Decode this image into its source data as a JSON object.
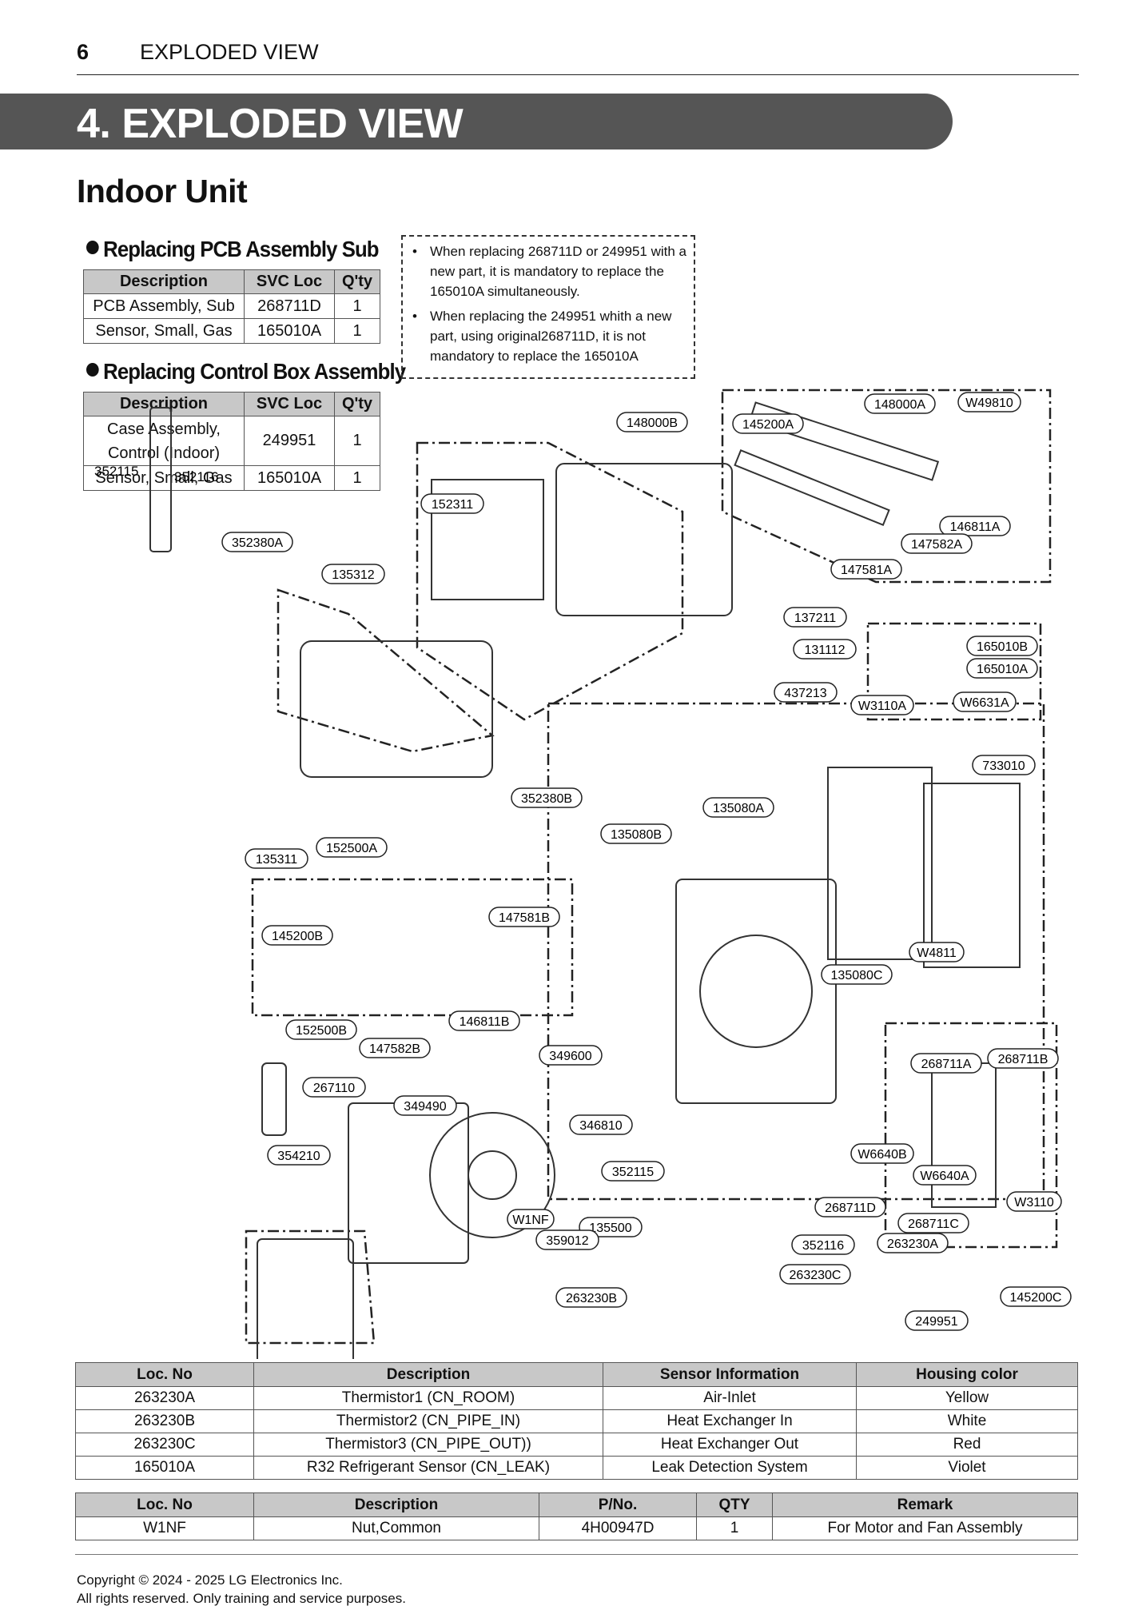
{
  "header": {
    "page_number": "6",
    "section": "EXPLODED VIEW"
  },
  "banner": {
    "title": "4. EXPLODED VIEW"
  },
  "subtitle": "Indoor Unit",
  "pcb_section": {
    "heading": "Replacing PCB Assembly Sub",
    "columns": [
      "Description",
      "SVC Loc",
      "Q'ty"
    ],
    "rows": [
      [
        "PCB Assembly, Sub",
        "268711D",
        "1"
      ],
      [
        "Sensor, Small, Gas",
        "165010A",
        "1"
      ]
    ]
  },
  "control_section": {
    "heading": "Replacing Control Box Assembly",
    "columns": [
      "Description",
      "SVC Loc",
      "Q'ty"
    ],
    "rows": [
      [
        "Case Assembly,",
        "Control (Indoor)",
        "249951",
        "1"
      ],
      [
        "Sensor, Small, Gas",
        "165010A",
        "1"
      ]
    ]
  },
  "notes": [
    "When replacing 268711D or 249951 with a new part, it is mandatory to replace the 165010A simultaneously.",
    "When replacing the 249951 whith a new part, using original268711D, it is not mandatory to replace the 165010A"
  ],
  "diagram": {
    "callouts": [
      "148000B",
      "145200A",
      "148000A",
      "W49810",
      "146811A",
      "147582A",
      "147581A",
      "152311",
      "352380A",
      "135312",
      "137211",
      "131112",
      "165010B",
      "165010A",
      "437213",
      "W3110A",
      "W6631A",
      "733010",
      "352380B",
      "135080A",
      "135080B",
      "135311",
      "152500A",
      "147581B",
      "145200B",
      "W4811",
      "135080C",
      "146811B",
      "152500B",
      "147582B",
      "349600",
      "268711A",
      "268711B",
      "267110",
      "349490",
      "346810",
      "354210",
      "W6640B",
      "W6640A",
      "352115",
      "W3110",
      "268711D",
      "W1NF",
      "135500",
      "268711C",
      "359012",
      "352116",
      "263230A",
      "263230C",
      "263230B",
      "145200C",
      "249951"
    ],
    "side_labels": [
      "352115",
      "352116"
    ]
  },
  "sensor_table": {
    "columns": [
      "Loc. No",
      "Description",
      "Sensor Information",
      "Housing color"
    ],
    "rows": [
      [
        "263230A",
        "Thermistor1 (CN_ROOM)",
        "Air-Inlet",
        "Yellow"
      ],
      [
        "263230B",
        "Thermistor2 (CN_PIPE_IN)",
        "Heat Exchanger In",
        "White"
      ],
      [
        "263230C",
        "Thermistor3 (CN_PIPE_OUT))",
        "Heat Exchanger Out",
        "Red"
      ],
      [
        "165010A",
        "R32 Refrigerant Sensor (CN_LEAK)",
        "Leak Detection System",
        "Violet"
      ]
    ]
  },
  "parts_table": {
    "columns": [
      "Loc. No",
      "Description",
      "P/No.",
      "QTY",
      "Remark"
    ],
    "rows": [
      [
        "W1NF",
        "Nut,Common",
        "4H00947D",
        "1",
        "For Motor and Fan Assembly"
      ]
    ]
  },
  "footer": {
    "line1": "Copyright © 2024 - 2025 LG Electronics Inc.",
    "line2": "All rights reserved. Only training and service purposes."
  }
}
